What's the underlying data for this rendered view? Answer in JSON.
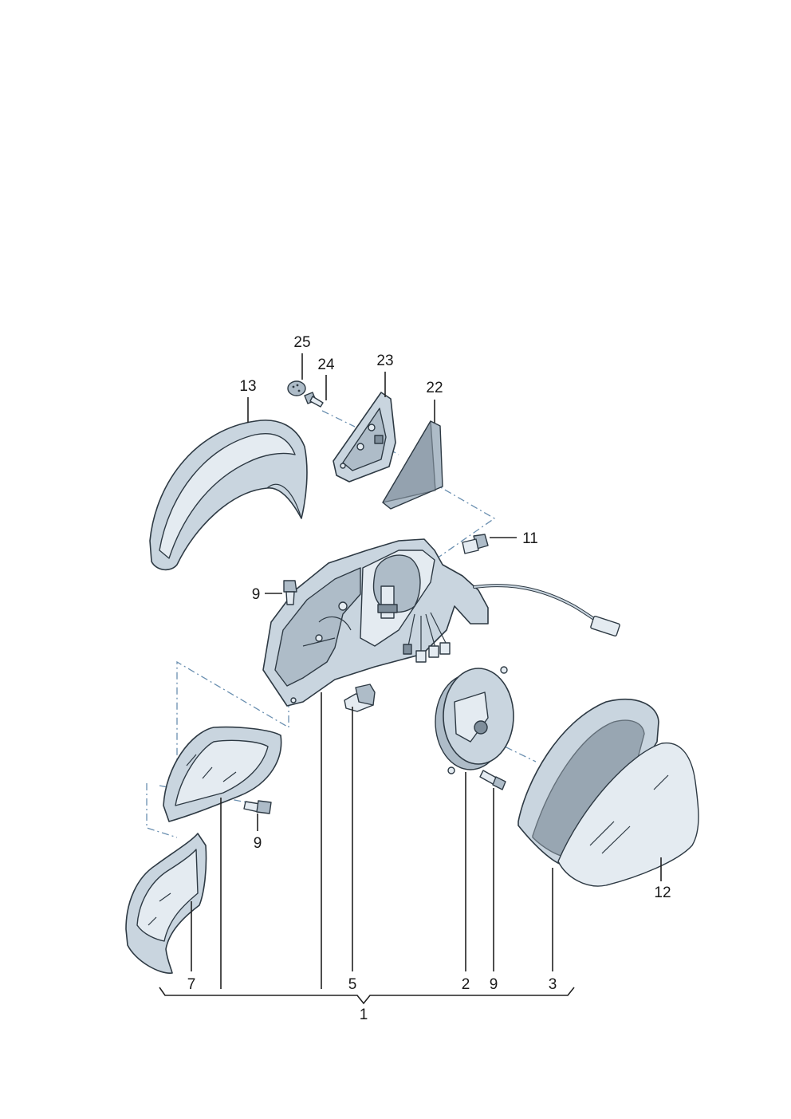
{
  "diagram": {
    "callouts": {
      "c25": "25",
      "c24": "24",
      "c23": "23",
      "c22": "22",
      "c13": "13",
      "c11": "11",
      "c9a": "9",
      "c9b": "9",
      "c9c": "9",
      "c12": "12",
      "c7": "7",
      "c5": "5",
      "c2": "2",
      "c3": "3",
      "c1": "1"
    }
  }
}
